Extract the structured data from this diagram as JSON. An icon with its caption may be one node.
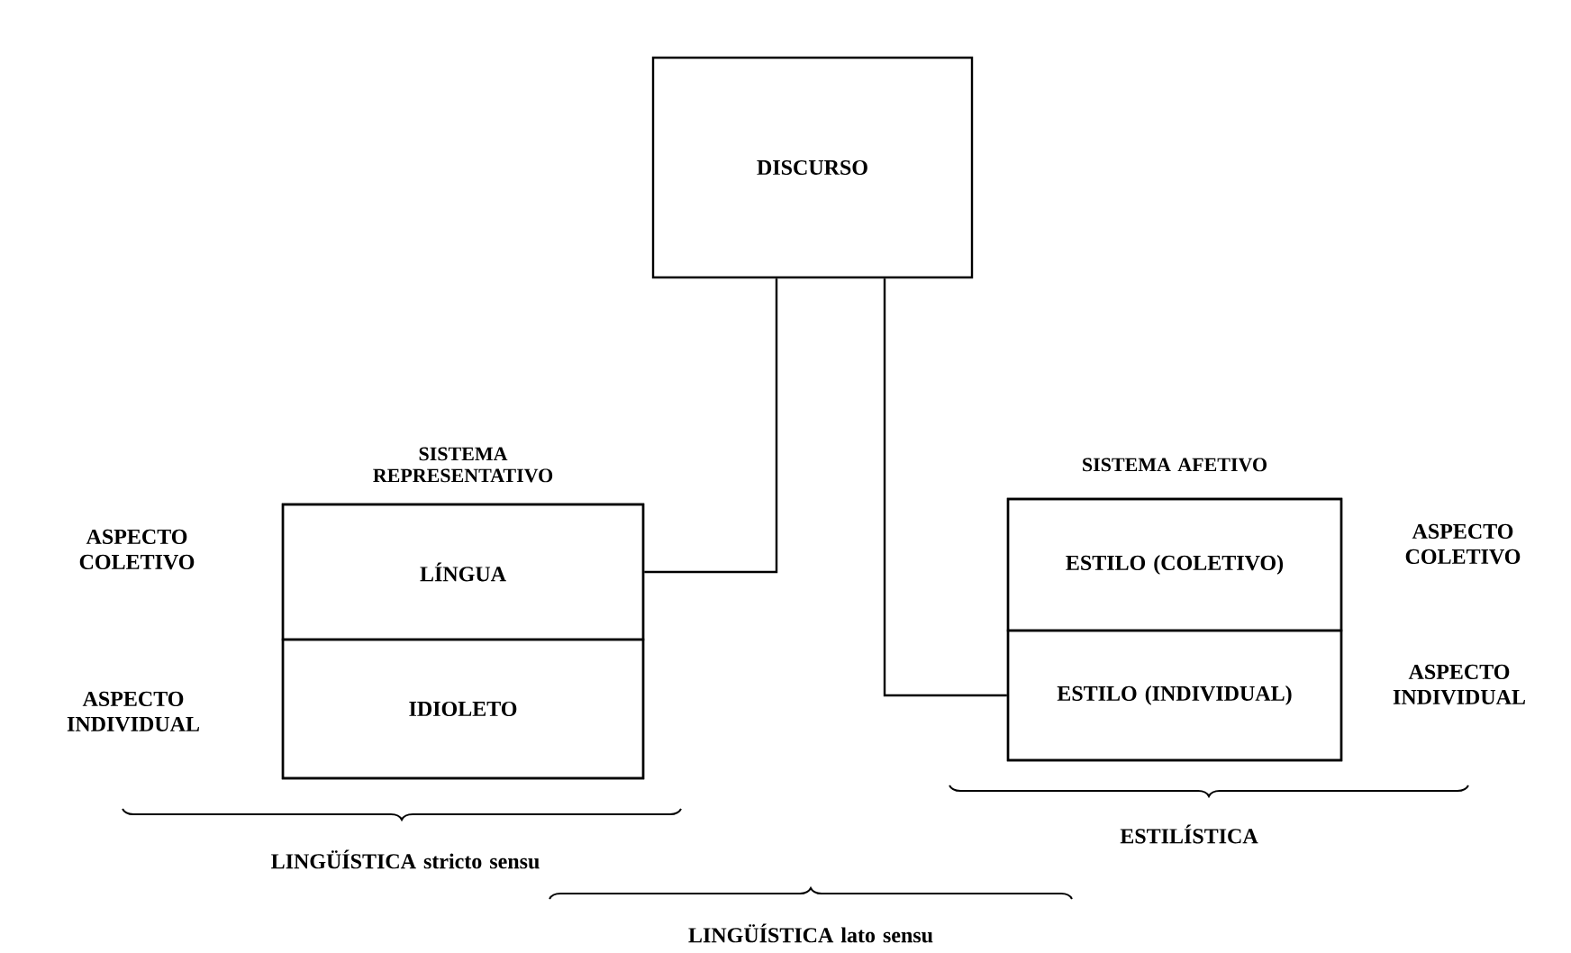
{
  "diagram": {
    "nodes": [
      {
        "text": [
          "DISCURSO"
        ]
      },
      {
        "text": [
          "SISTEMA REPRESENTATIVO"
        ]
      },
      {
        "text": [
          "LÍNGUA"
        ],
        "in": 1
      },
      {
        "text": [
          "IDIOLETO"
        ],
        "in": 1
      },
      {
        "text": [
          "SISTEMA AFETIVO"
        ]
      },
      {
        "text": [
          "ESTILO (COLETIVO)"
        ],
        "in": 4
      },
      {
        "text": [
          "ESTILO (INDIVIDUAL)"
        ],
        "in": 4
      }
    ],
    "edges": [
      {
        "from": 0,
        "to": 2,
        "arrow": "none"
      },
      {
        "from": 0,
        "to": 6,
        "arrow": "none"
      }
    ],
    "labels": [
      "ASPECTO COLETIVO",
      "ASPECTO INDIVIDUAL",
      "ASPECTO COLETIVO",
      "ASPECTO INDIVIDUAL",
      "LINGÜÍSTICA stricto sensu",
      "ESTILÍSTICA",
      "LINGÜÍSTICA lato sensu"
    ]
  }
}
